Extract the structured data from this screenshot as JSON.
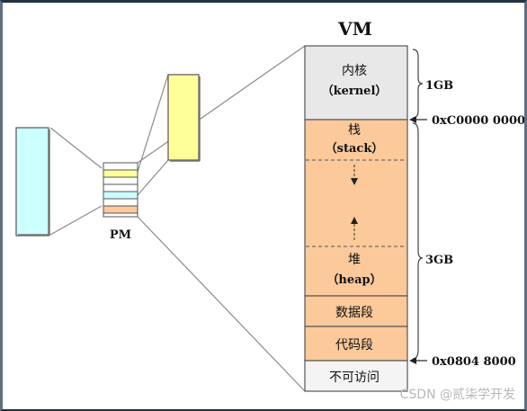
{
  "title": "VM",
  "pm_label": "PM",
  "vm_segments": {
    "kernel_cn": "内核",
    "kernel_en": "（kernel）",
    "stack_cn": "栈",
    "stack_en": "（stack）",
    "heap_cn": "堆",
    "heap_en": "（heap）",
    "data": "数据段",
    "code": "代码段",
    "no_access": "不可访问"
  },
  "annotations": {
    "kernel_size": "1GB",
    "user_size": "3GB",
    "kernel_start": "0xC0000 0000",
    "code_start": "0x0804 8000"
  },
  "watermark": "CSDN @贰柒学开发",
  "colors": {
    "kernel": "#e8e8e8",
    "user": "#fbc99a",
    "low": "#f4f4f4",
    "page_yellow": "#ffff99",
    "page_cyan": "#ccffff",
    "page_orange": "#fbc99a",
    "line": "#7a7a7a",
    "border": "#555555"
  }
}
